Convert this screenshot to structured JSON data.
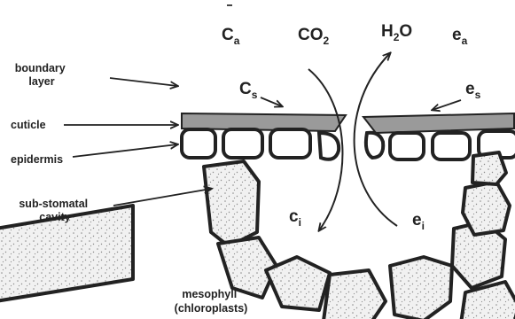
{
  "labels": {
    "boundary_layer": [
      "boundary",
      "layer"
    ],
    "cuticle": "cuticle",
    "epidermis": "epidermis",
    "sub_stomatal_cavity": [
      "sub-stomatal",
      "cavity"
    ],
    "mesophyll": [
      "mesophyll",
      "(chloroplasts)"
    ]
  },
  "symbols": {
    "ca": {
      "base": "C",
      "sub": "a"
    },
    "co2": {
      "base": "CO",
      "sub": "2"
    },
    "h2o": {
      "base": "H",
      "sub": "2",
      "tail": "O"
    },
    "ea": {
      "base": "e",
      "sub": "a"
    },
    "cs": {
      "base": "C",
      "sub": "s"
    },
    "es": {
      "base": "e",
      "sub": "s"
    },
    "ci": {
      "base": "c",
      "sub": "i"
    },
    "ei": {
      "base": "e",
      "sub": "i"
    }
  },
  "colors": {
    "ink": "#222222",
    "cuticle": "#9a9a9a",
    "cell_fill": "#f1f1f1",
    "stipple": "#8a8a8a"
  }
}
